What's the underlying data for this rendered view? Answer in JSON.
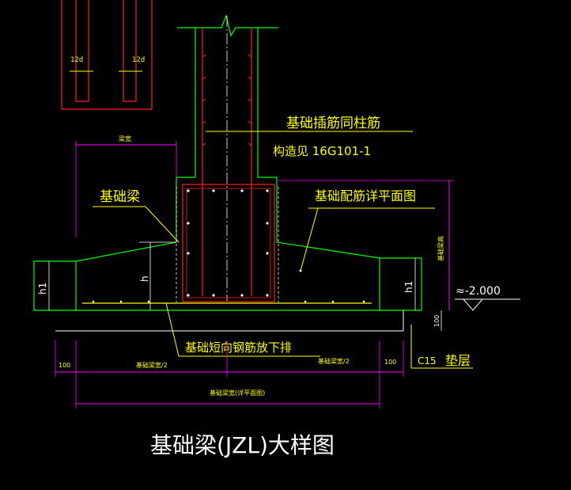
{
  "colors": {
    "background": "#000000",
    "concrete_outline": "#00ff00",
    "annotation": "#ffff00",
    "rebar": "#ff2020",
    "stirrup": "#ff2020",
    "dimension": "#ff00ff",
    "title": "#ffffff",
    "leader": "#ffff00",
    "cushion": "#ffffff"
  },
  "labels": {
    "top_left_lap_a": "12d",
    "top_left_lap_b": "12d",
    "column_dowel": "基础插筋同柱筋",
    "construction_ref": "构造见   16G101-1",
    "foundation_beam": "基础梁",
    "rebar_detail": "基础配筋详平面图",
    "short_bar_note": "基础短向钢筋放下排",
    "elevation": "≈-2.000",
    "cushion_grade": "C15",
    "cushion_label": "垫层",
    "h1_left": "h1",
    "h_left": "h",
    "h1_right": "h1",
    "dim_100_left": "100",
    "dim_half_left": "基础梁宽/2",
    "dim_half_right": "基础梁宽/2",
    "dim_100_right": "100",
    "dim_100_cushion": "100",
    "dim_total": "基础梁宽(详平面图)",
    "dim_beam_width": "梁宽",
    "dim_beam_height": "基础梁高",
    "title": "基础梁(JZL)大样图"
  }
}
